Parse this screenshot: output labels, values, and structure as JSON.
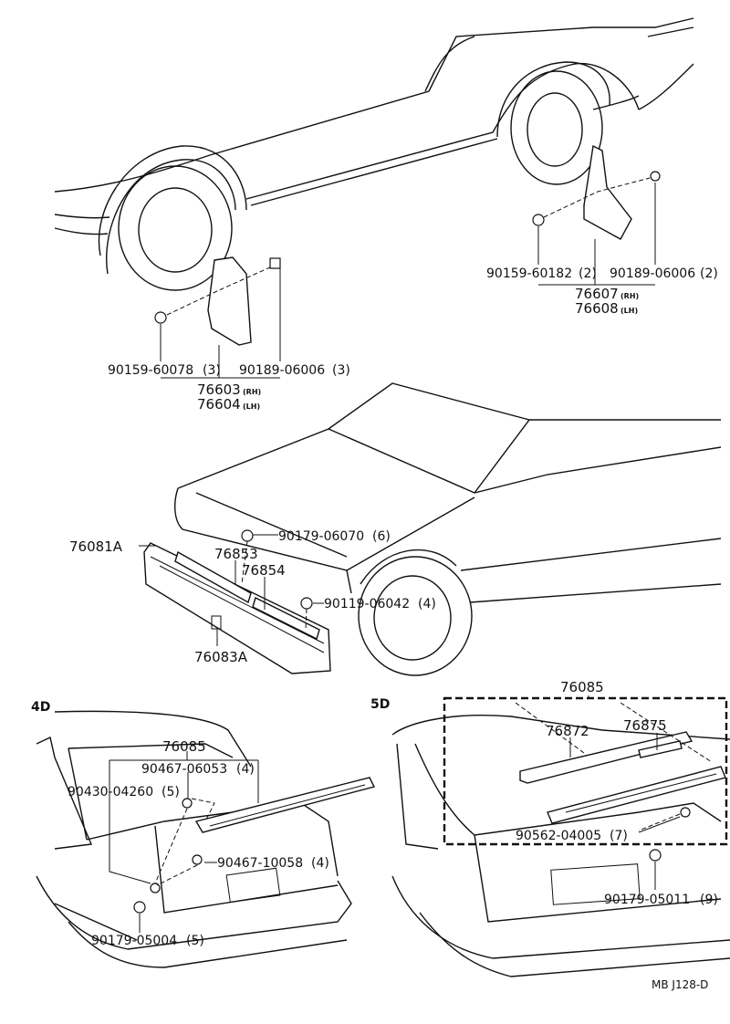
{
  "parts": {
    "rear_fastener_rh_screw": "90159-60182",
    "rear_fastener_rh_screw_qty": "(2)",
    "rear_fastener_rh_nut": "90189-06006",
    "rear_fastener_rh_nut_qty": "(2)",
    "rear_mudguard_rh": "76607",
    "rear_mudguard_rh_side": "(RH)",
    "rear_mudguard_lh": "76608",
    "rear_mudguard_lh_side": "(LH)",
    "front_fastener_screw": "90159-60078",
    "front_fastener_screw_qty": "(3)",
    "front_fastener_nut": "90189-06006",
    "front_fastener_nut_qty": "(3)",
    "front_mudguard_rh": "76603",
    "front_mudguard_rh_side": "(RH)",
    "front_mudguard_lh": "76604",
    "front_mudguard_lh_side": "(LH)",
    "front_spoiler": "76081A",
    "spoiler_clip": "90179-06070",
    "spoiler_clip_qty": "(6)",
    "spoiler_bracket_upper": "76853",
    "spoiler_bracket_lower": "76854",
    "spoiler_bolt": "90119-06042",
    "spoiler_bolt_qty": "(4)",
    "spoiler_lower": "76083A"
  },
  "sections": {
    "four_door": {
      "label": "4D",
      "rear_spoiler": "76085",
      "grommet_upper": "90467-06053",
      "grommet_upper_qty": "(4)",
      "bolt": "90430-04260",
      "bolt_qty": "(5)",
      "grommet_lower": "90467-10058",
      "grommet_lower_qty": "(4)",
      "nut": "90179-05004",
      "nut_qty": "(5)"
    },
    "five_door": {
      "label": "5D",
      "rear_spoiler": "76085",
      "spoiler_upper": "76872",
      "spoiler_trim": "76875",
      "clip": "90562-04005",
      "clip_qty": "(7)",
      "nut": "90179-05011",
      "nut_qty": "(9)"
    }
  },
  "figure_code": "MB J128-D"
}
